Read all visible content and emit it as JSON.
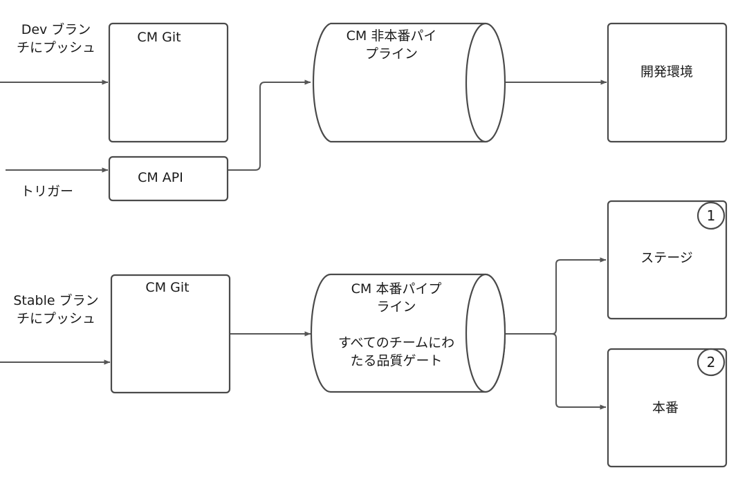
{
  "inputs": {
    "dev_push": [
      "Dev ブラン",
      "チにプッシュ"
    ],
    "trigger": "トリガー",
    "stable_push": [
      "Stable ブラン",
      "チにプッシュ"
    ]
  },
  "nodes": {
    "cm_git_top": "CM Git",
    "cm_api": "CM API",
    "nonprod_pipeline": [
      "CM 非本番パイ",
      "プライン"
    ],
    "dev_env": "開発環境",
    "cm_git_bottom": "CM Git",
    "prod_pipeline": [
      "CM 本番パイプ",
      "ライン",
      "",
      "すべてのチームにわ",
      "たる品質ゲート"
    ],
    "stage": "ステージ",
    "production": "本番"
  },
  "badges": {
    "stage": "1",
    "production": "2"
  },
  "colors": {
    "stroke": "#4a4a4a",
    "text": "#1a1a1a",
    "background": "#ffffff"
  }
}
